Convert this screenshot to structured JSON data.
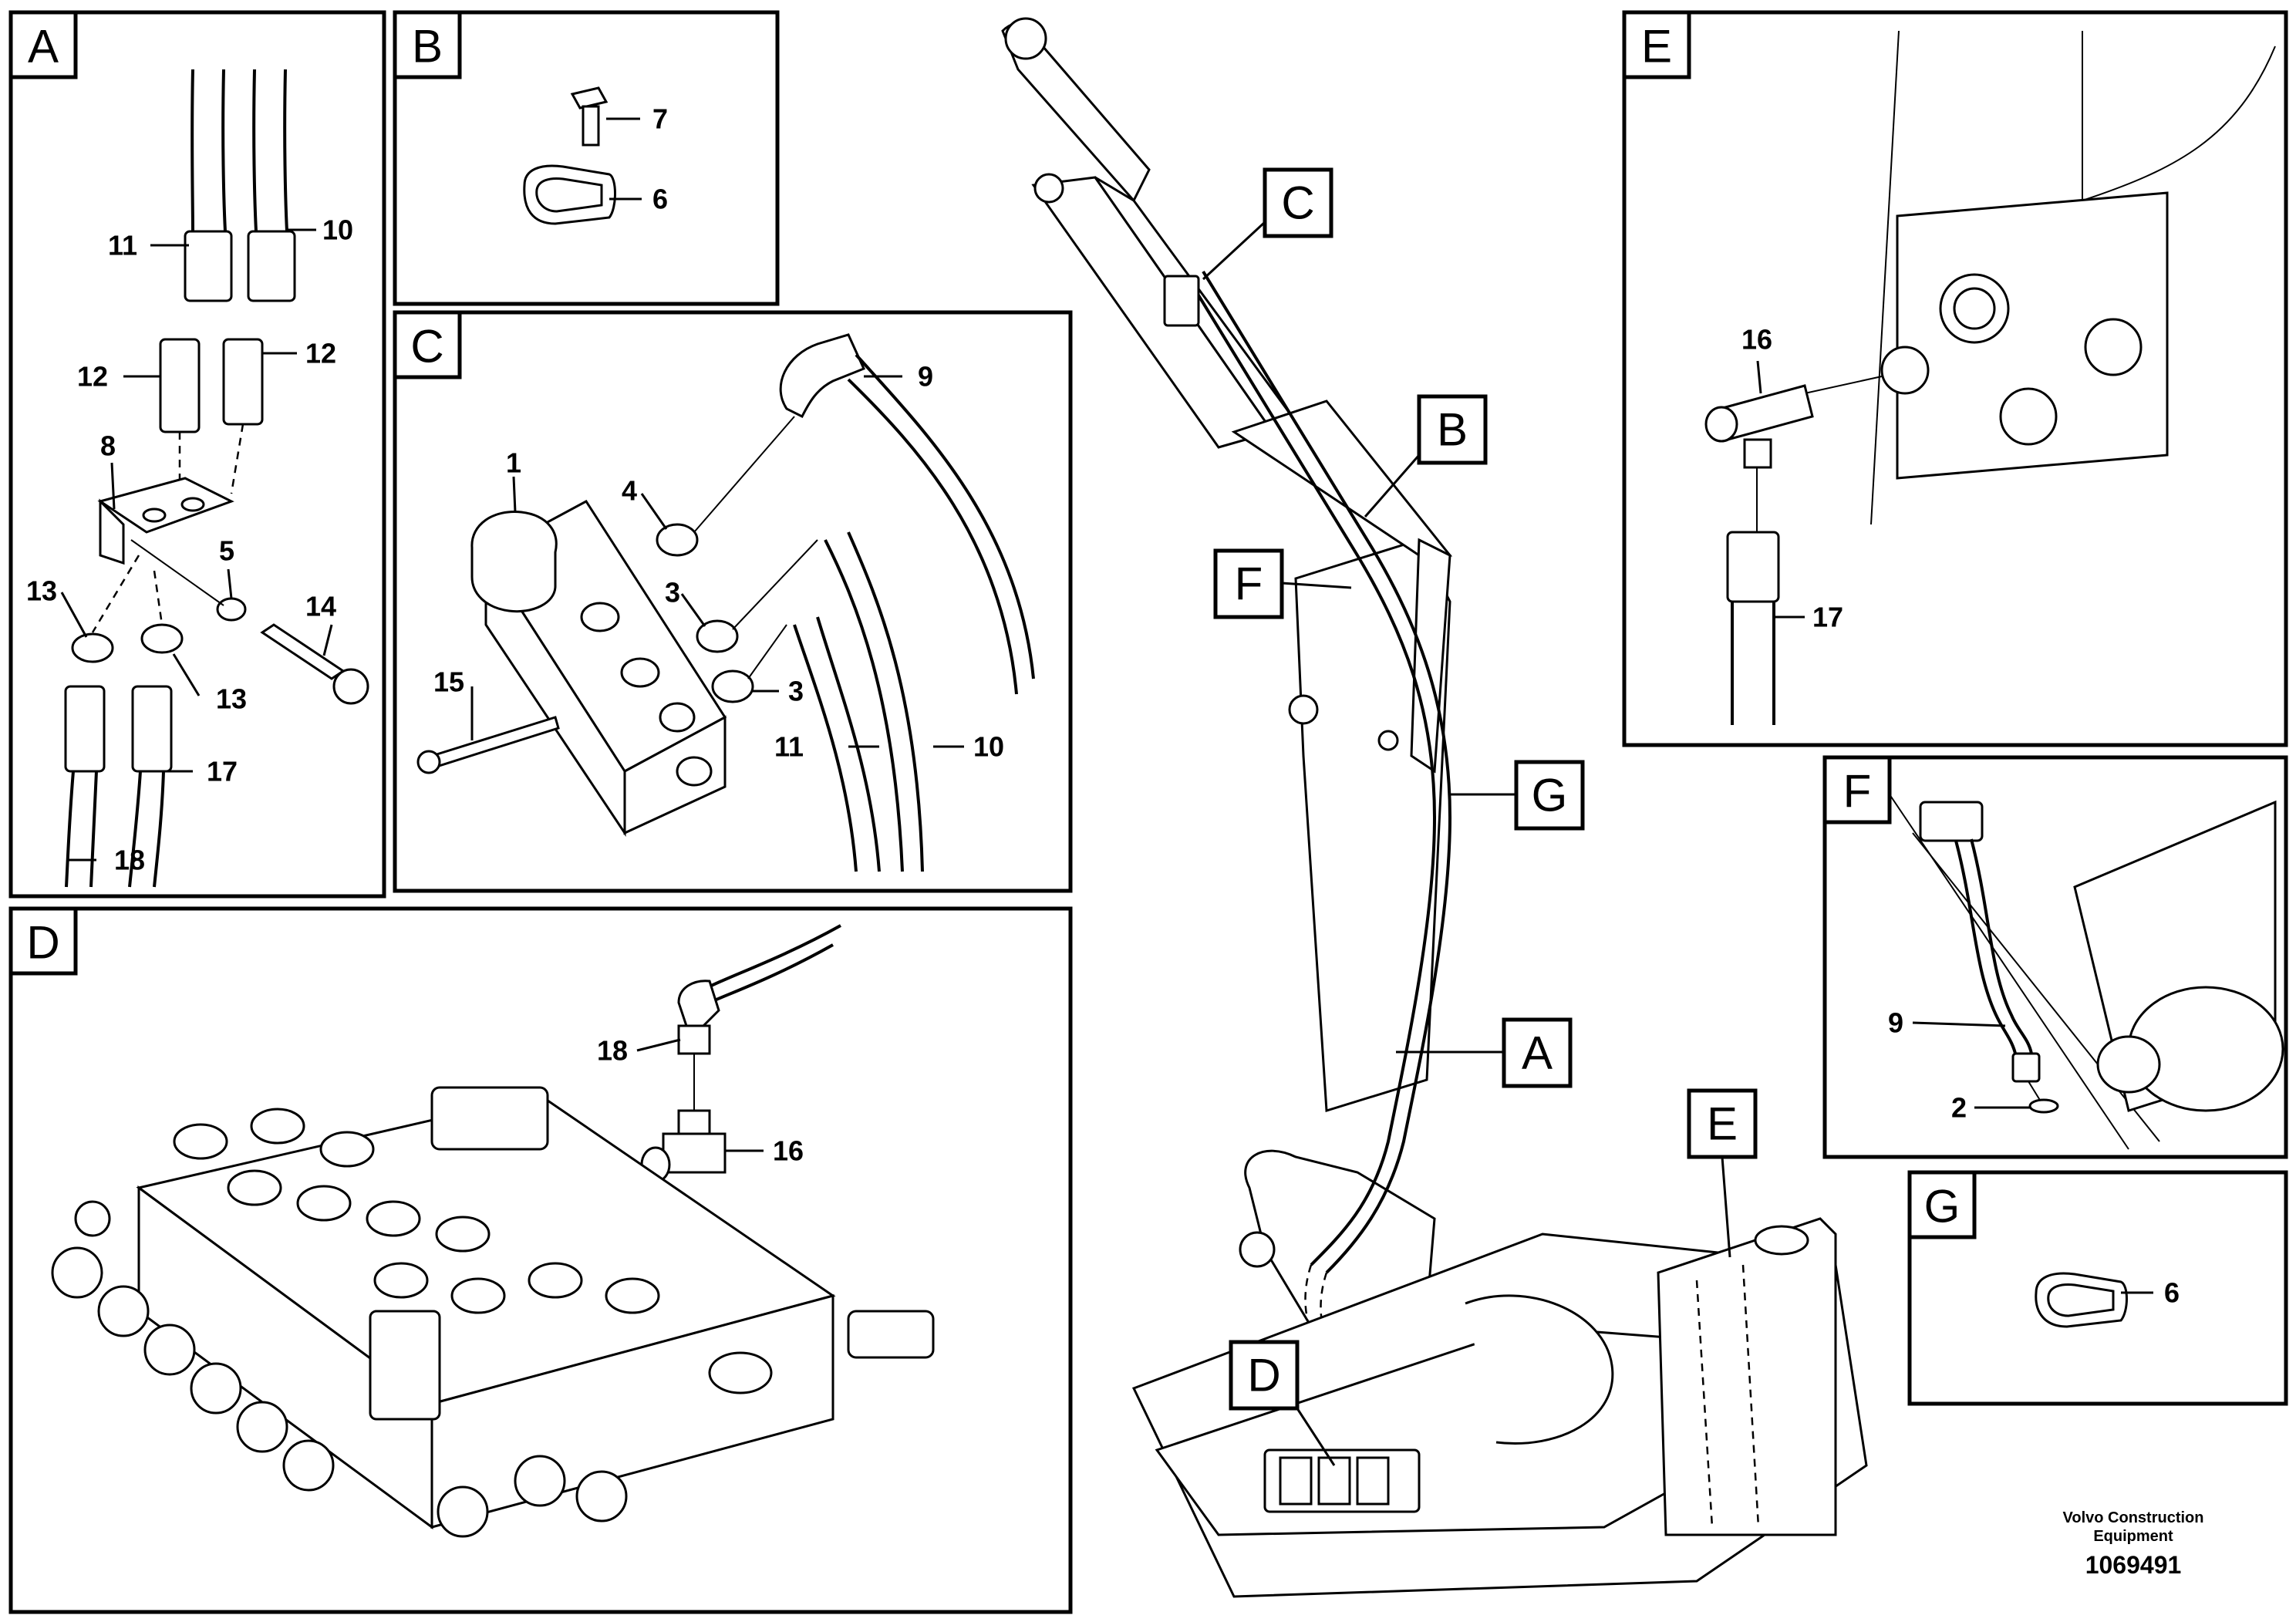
{
  "detail_labels": {
    "A": "A",
    "B": "B",
    "C": "C",
    "D": "D",
    "E": "E",
    "F": "F",
    "G": "G"
  },
  "main_callouts": [
    "C",
    "B",
    "F",
    "G",
    "A",
    "E",
    "D"
  ],
  "part_numbers": {
    "A": [
      "11",
      "10",
      "12",
      "12",
      "8",
      "5",
      "13",
      "14",
      "13",
      "17",
      "18"
    ],
    "B": [
      "7",
      "6"
    ],
    "C": [
      "9",
      "1",
      "4",
      "3",
      "15",
      "3",
      "11",
      "10"
    ],
    "D": [
      "18",
      "16"
    ],
    "E": [
      "16",
      "17"
    ],
    "F": [
      "9",
      "2"
    ],
    "G": [
      "6"
    ]
  },
  "footer": {
    "company_line1": "Volvo Construction",
    "company_line2": "Equipment",
    "doc_number": "1069491"
  }
}
